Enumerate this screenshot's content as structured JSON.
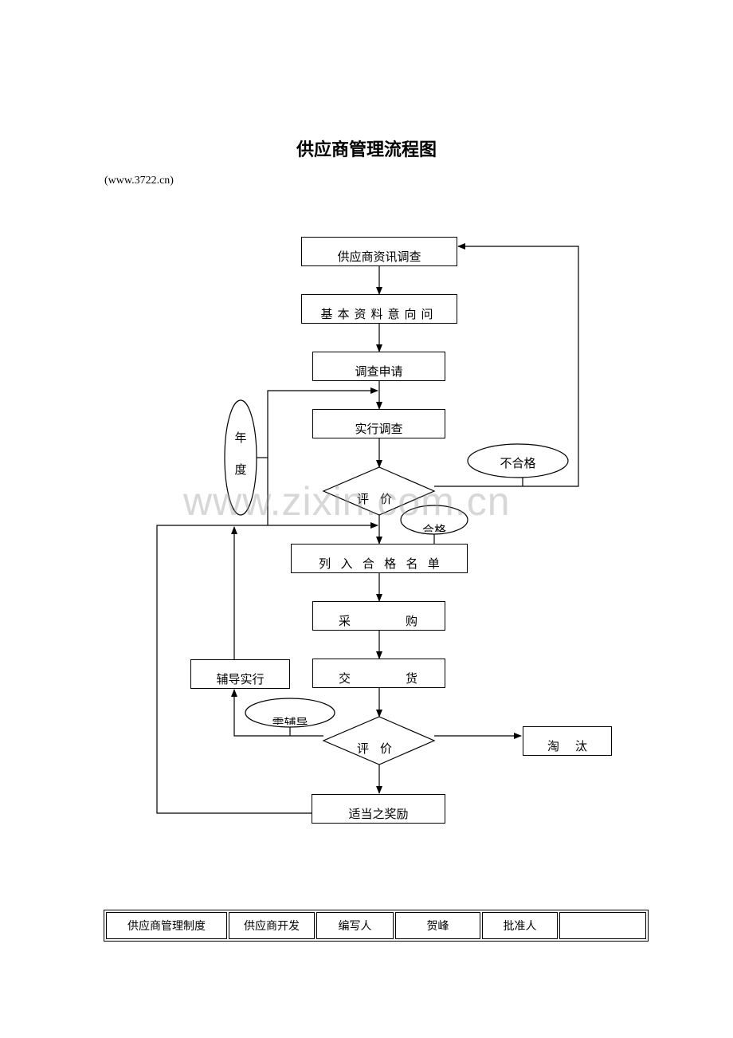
{
  "document": {
    "title": "供应商管理流程图",
    "source": "(www.3722.cn)",
    "watermark": "www.zixin.com.cn"
  },
  "flowchart": {
    "step1": "供应商资讯调查",
    "step2": "基本资料意向问",
    "step3": "调查申请",
    "step4": "实行调查",
    "evaluate1": "评价",
    "evaluate2": "评价",
    "unqualified": "不合格",
    "qualified": "合格",
    "annual_left": "年",
    "annual_right": "度",
    "qualified_list": [
      "列",
      "入",
      "合",
      "格",
      "名",
      "单"
    ],
    "purchase": [
      "采",
      "购"
    ],
    "delivery": [
      "交",
      "货"
    ],
    "coaching": "辅导实行",
    "needs_coaching": "需辅导",
    "eliminate": [
      "淘",
      "汰"
    ],
    "reward": "适当之奖励"
  },
  "footer": {
    "cells": [
      "供应商管理制度",
      "供应商开发",
      "编写人",
      "贺峰",
      "批准人",
      ""
    ]
  }
}
